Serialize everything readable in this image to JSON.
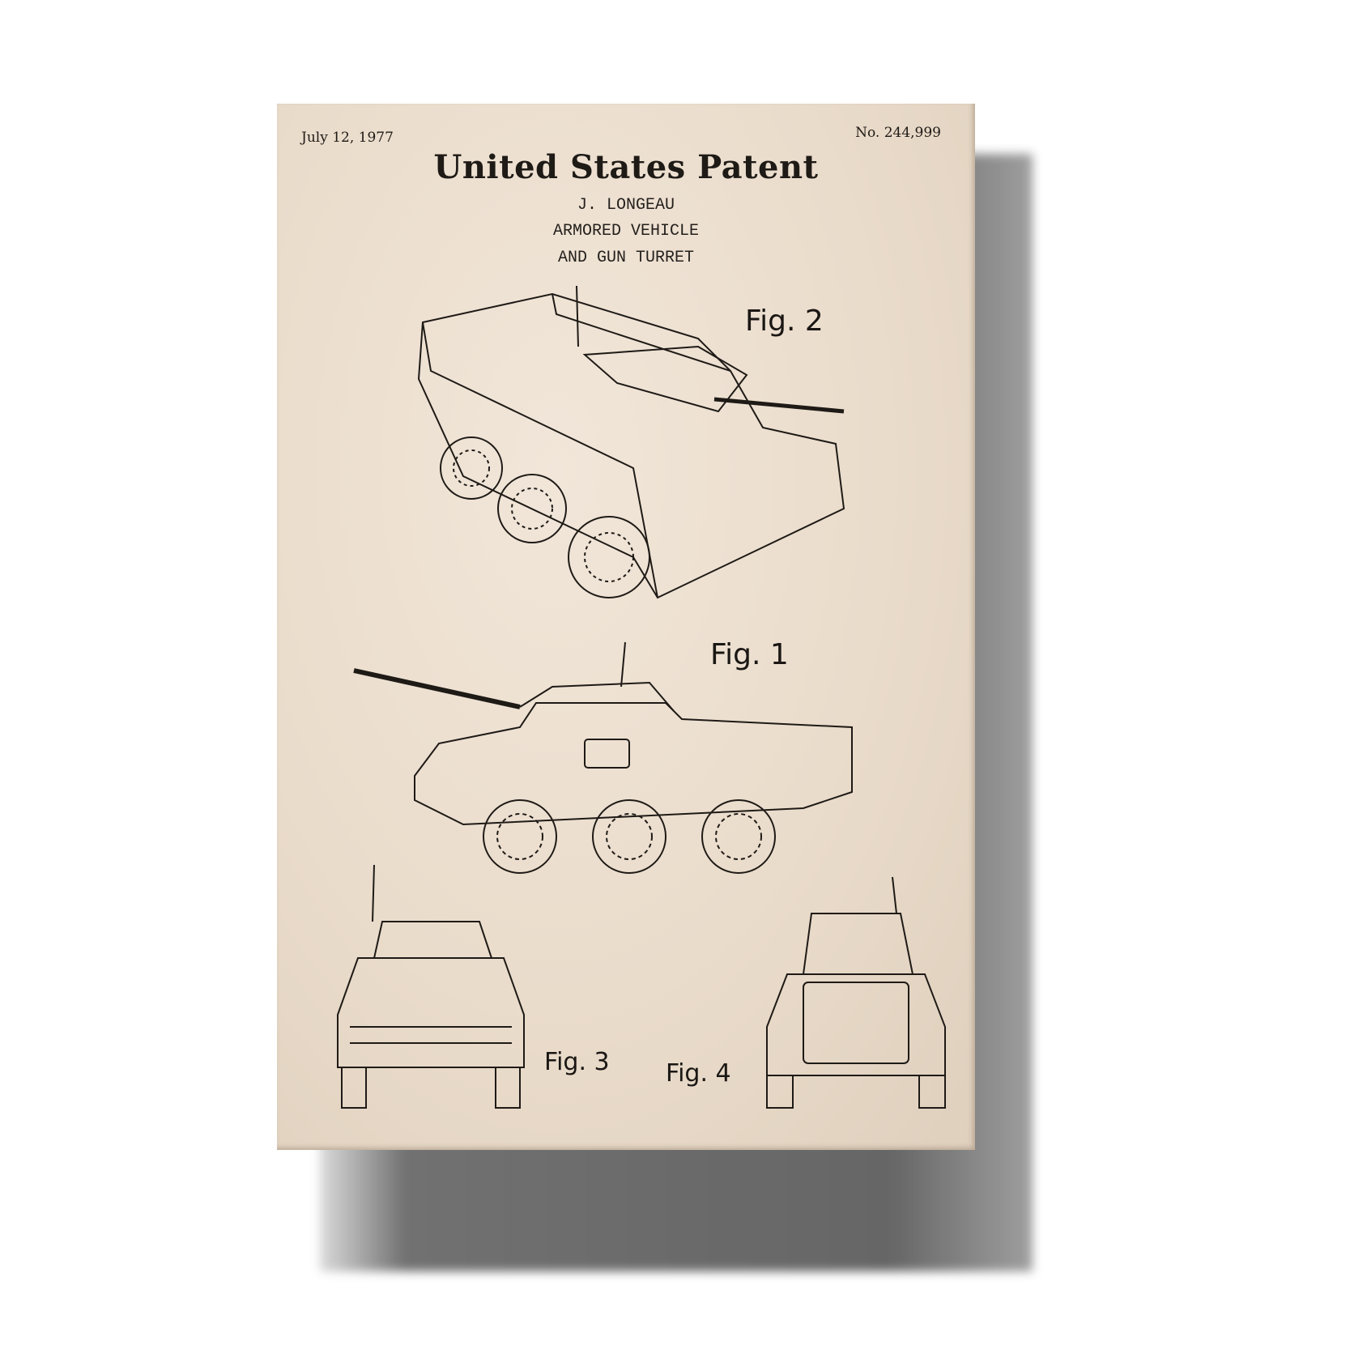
{
  "patent": {
    "date": "July 12, 1977",
    "number": "No. 244,999",
    "title": "United States Patent",
    "inventor": "J. LONGEAU",
    "subject_line1": "ARMORED VEHICLE",
    "subject_line2": "AND GUN TURRET"
  },
  "figures": [
    {
      "label": "Fig. 2",
      "view": "perspective"
    },
    {
      "label": "Fig. 1",
      "view": "side"
    },
    {
      "label": "Fig. 3",
      "view": "front"
    },
    {
      "label": "Fig. 4",
      "view": "rear"
    }
  ],
  "colors": {
    "paper": "#eadccb",
    "ink": "#1e1a16",
    "shadow": "#5e5e5e"
  }
}
